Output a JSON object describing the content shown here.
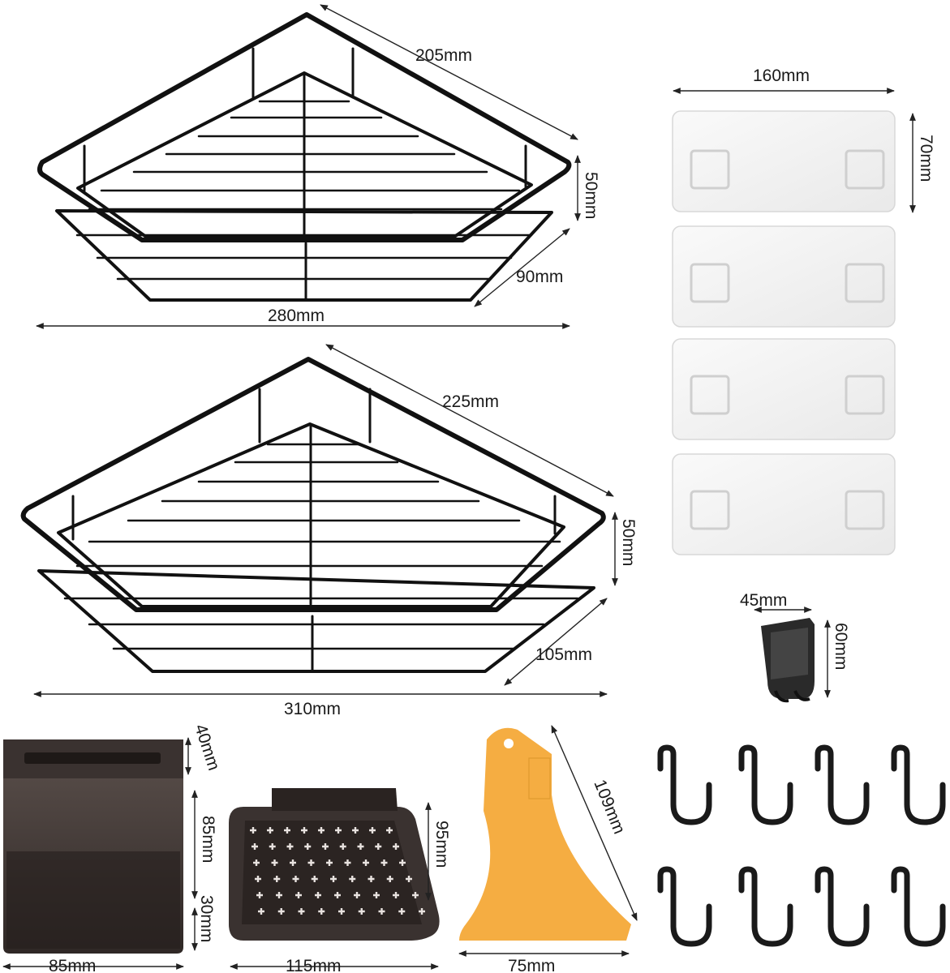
{
  "dimensions": {
    "small_rack": {
      "side": "205mm",
      "height": "50mm",
      "depth": "90mm",
      "width": "280mm"
    },
    "large_rack": {
      "side": "225mm",
      "height": "50mm",
      "depth": "105mm",
      "width": "310mm"
    },
    "adhesive_pad": {
      "width": "160mm",
      "height": "70mm"
    },
    "hanger_clip": {
      "width": "45mm",
      "height": "60mm"
    },
    "cup": {
      "top": "40mm",
      "height": "85mm",
      "base": "30mm",
      "width": "85mm"
    },
    "soap_dish": {
      "height": "95mm",
      "width": "115mm"
    },
    "scraper": {
      "length": "109mm",
      "width": "75mm"
    }
  },
  "colors": {
    "rack": "#111111",
    "pad": "#f4f4f4",
    "container": "#3a3230",
    "scraper": "#f5ad42",
    "hook": "#1a1a1a"
  },
  "pad_count": 4,
  "hook_count": 8
}
